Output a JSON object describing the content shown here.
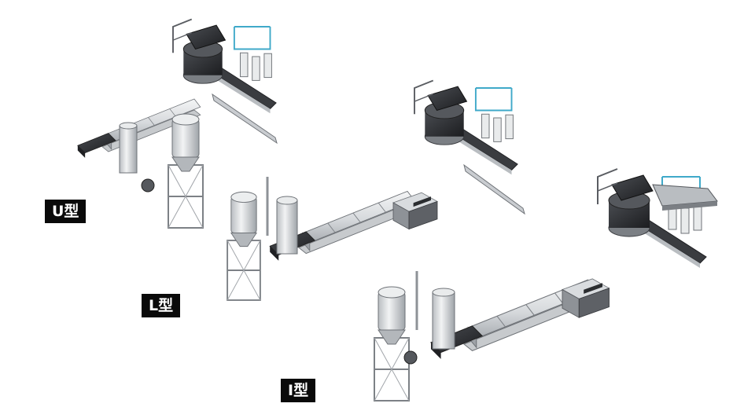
{
  "labels": {
    "u": "U型",
    "l": "L型",
    "i": "I型"
  },
  "colors": {
    "background": "#ffffff",
    "machine_body": "#e4e6e8",
    "machine_dark": "#2b2d30",
    "machine_line": "#6f7378",
    "accent_cyan": "#3fa9c9",
    "label_bg": "#0a0a0a",
    "label_text": "#ffffff"
  }
}
